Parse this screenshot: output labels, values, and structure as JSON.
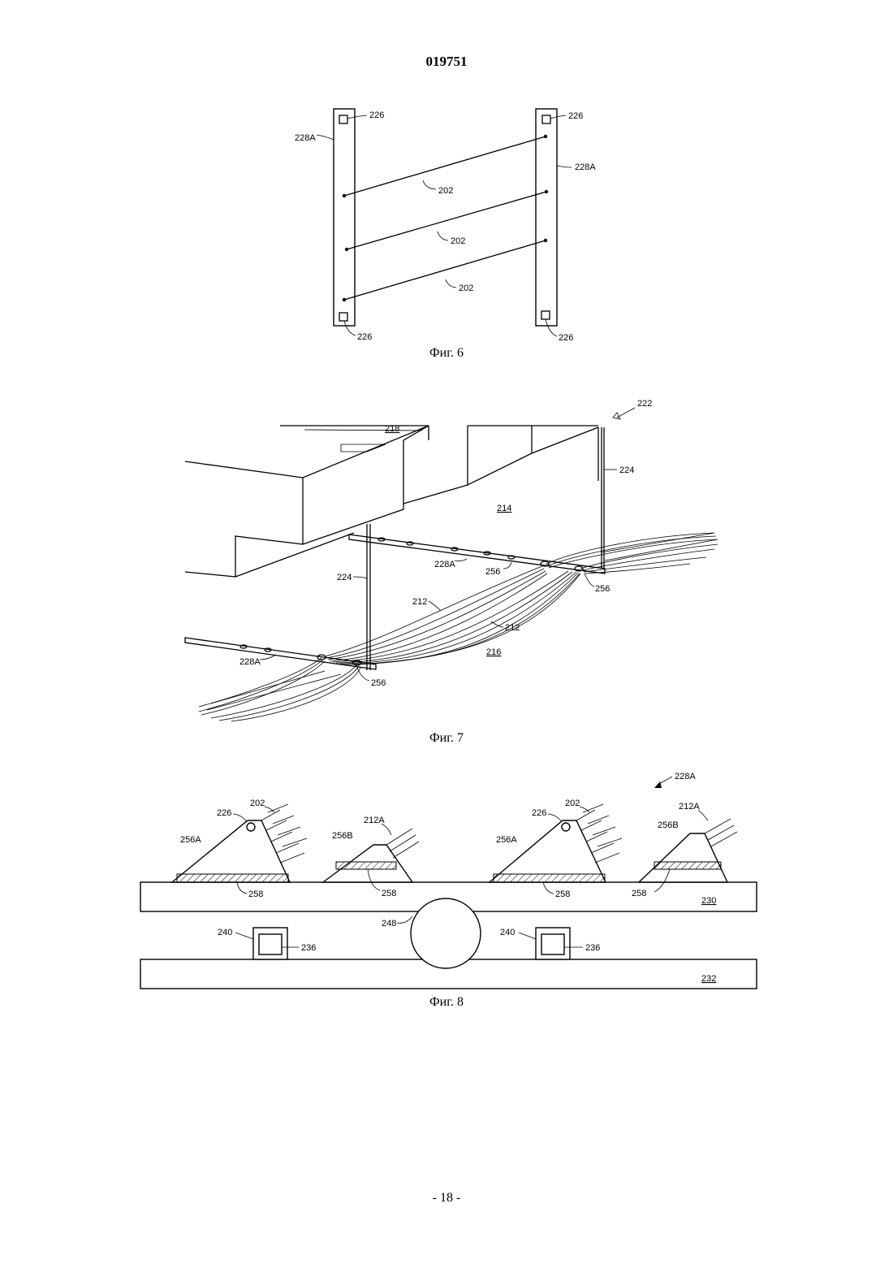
{
  "header": {
    "doc_number": "019751"
  },
  "fig6": {
    "caption": "Фиг. 6",
    "labels": {
      "bar_left": "228A",
      "bar_right": "228A",
      "hole_tl": "226",
      "hole_tr": "226",
      "hole_bl": "226",
      "hole_br": "226",
      "wire1": "202",
      "wire2": "202",
      "wire3": "202"
    }
  },
  "fig7": {
    "caption": "Фиг. 7",
    "labels": {
      "assembly": "222",
      "top": "218",
      "block": "214",
      "floor": "216",
      "hanger_right": "224",
      "hanger_left": "224",
      "rail_back": "228A",
      "rail_front": "228A",
      "clamp1": "256",
      "clamp2": "256",
      "clamp3": "256",
      "fibers1": "212",
      "fibers2": "212"
    }
  },
  "fig8": {
    "caption": "Фиг. 8",
    "labels": {
      "assembly": "228A",
      "clamp_a1": "256A",
      "clamp_b1": "256B",
      "clamp_a2": "256A",
      "clamp_b2": "256B",
      "hole1": "226",
      "hole2": "226",
      "wire1": "202",
      "wire2": "202",
      "fiber1": "212A",
      "fiber2": "212A",
      "pad1": "258",
      "pad2": "258",
      "pad3": "258",
      "pad4": "258",
      "upper_bar": "230",
      "lower_bar": "232",
      "roller": "248",
      "bracket1": "240",
      "bracket2": "240",
      "block1": "236",
      "block2": "236"
    }
  },
  "footer": {
    "page": "- 18 -"
  }
}
